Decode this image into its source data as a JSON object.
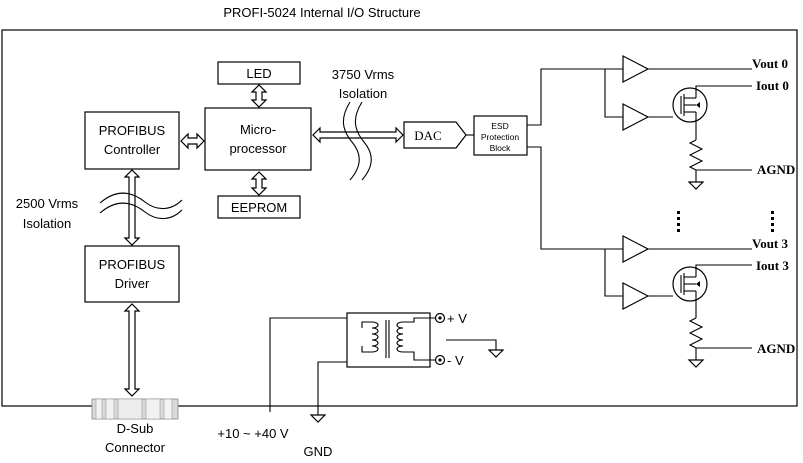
{
  "title": "PROFI-5024 Internal I/O Structure",
  "blocks": {
    "led": "LED",
    "micro_line1": "Micro-",
    "micro_line2": "processor",
    "eeprom": "EEPROM",
    "profibus_ctrl_line1": "PROFIBUS",
    "profibus_ctrl_line2": "Controller",
    "profibus_drv_line1": "PROFIBUS",
    "profibus_drv_line2": "Driver",
    "dac": "DAC",
    "esd_line1": "ESD",
    "esd_line2": "Protection",
    "esd_line3": "Block"
  },
  "isolation": {
    "left_line1": "2500 Vrms",
    "left_line2": "Isolation",
    "top_line1": "3750 Vrms",
    "top_line2": "Isolation"
  },
  "outputs": {
    "vout0": "Vout 0",
    "iout0": "Iout 0",
    "agnd0": "AGND",
    "vout3": "Vout 3",
    "iout3": "Iout 3",
    "agnd3": "AGND"
  },
  "power": {
    "plus_v": "+ V",
    "minus_v": "- V",
    "supply": "+10 ~ +40 V",
    "gnd": "GND"
  },
  "connector": {
    "line1": "D-Sub",
    "line2": "Connector"
  },
  "colors": {
    "line": "#000000",
    "background": "#ffffff",
    "connector_fill": "#d9d9d9"
  }
}
